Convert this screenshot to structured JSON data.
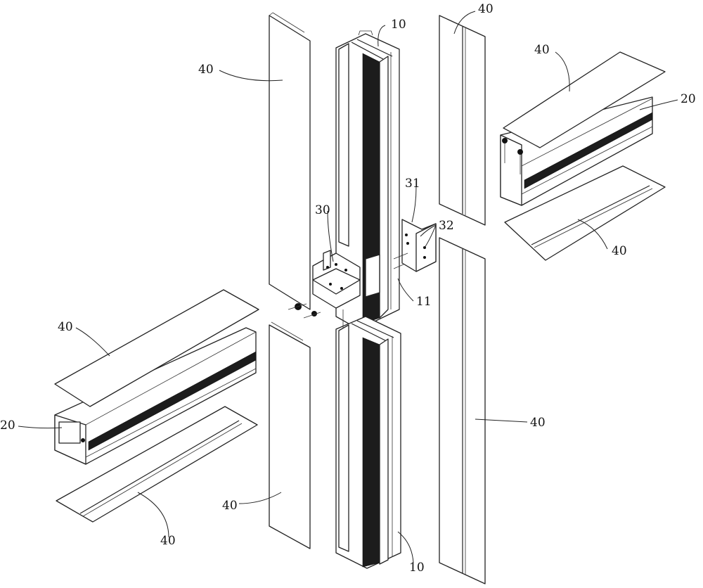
{
  "labels": {
    "mullion_top": "10",
    "mullion_bottom": "10",
    "slot": "11",
    "transom_right": "20",
    "transom_left": "20",
    "bracket_left": "30",
    "bracket_right": "31",
    "bracket_plate": "32",
    "cover_top_left": "40",
    "cover_top_right_vertical": "40",
    "cover_right_transom_top": "40",
    "cover_right_transom_bottom": "40",
    "cover_left_transom_top": "40",
    "cover_left_transom_bottom": "40",
    "cover_bottom_left": "40",
    "cover_bottom_right": "40"
  }
}
